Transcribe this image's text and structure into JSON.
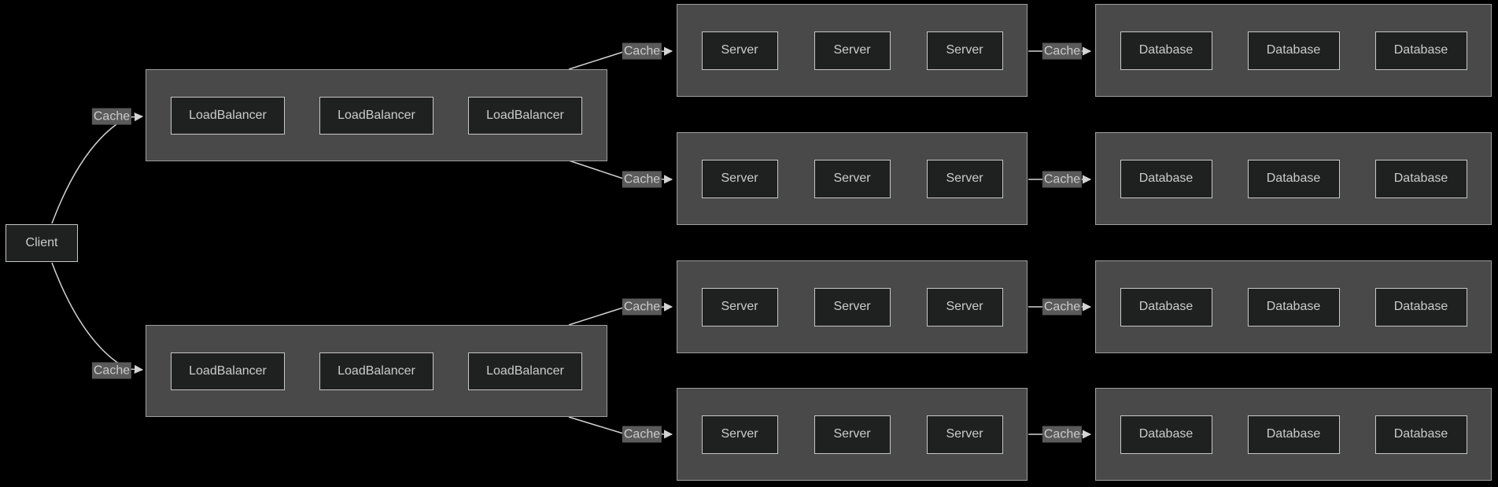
{
  "diagram": {
    "type": "architecture-flowchart",
    "client": {
      "label": "Client"
    },
    "lb_groups": [
      {
        "nodes": [
          "LoadBalancer",
          "LoadBalancer",
          "LoadBalancer"
        ]
      },
      {
        "nodes": [
          "LoadBalancer",
          "LoadBalancer",
          "LoadBalancer"
        ]
      }
    ],
    "server_groups": [
      {
        "nodes": [
          "Server",
          "Server",
          "Server"
        ]
      },
      {
        "nodes": [
          "Server",
          "Server",
          "Server"
        ]
      },
      {
        "nodes": [
          "Server",
          "Server",
          "Server"
        ]
      },
      {
        "nodes": [
          "Server",
          "Server",
          "Server"
        ]
      }
    ],
    "database_groups": [
      {
        "nodes": [
          "Database",
          "Database",
          "Database"
        ]
      },
      {
        "nodes": [
          "Database",
          "Database",
          "Database"
        ]
      },
      {
        "nodes": [
          "Database",
          "Database",
          "Database"
        ]
      },
      {
        "nodes": [
          "Database",
          "Database",
          "Database"
        ]
      }
    ],
    "cache_labels": [
      "Cache",
      "Cache",
      "Cache",
      "Cache",
      "Cache",
      "Cache",
      "Cache",
      "Cache",
      "Cache",
      "Cache"
    ]
  },
  "colors": {
    "background": "#000000",
    "cluster_fill": "#494949",
    "cluster_border": "#9e9e9e",
    "node_fill": "#1f2020",
    "node_border": "#c7c7c7",
    "node_text": "#cccccc",
    "edge": "#d3d3d3",
    "edge_label_bg": "#5a5a5a",
    "edge_label_text": "#cccccc"
  }
}
